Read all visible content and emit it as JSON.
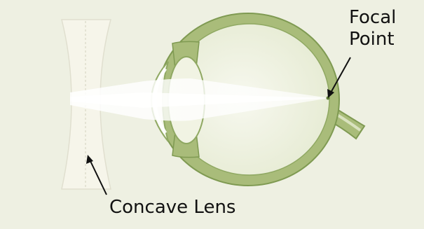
{
  "labels": {
    "focal_point_line1": "Focal",
    "focal_point_line2": "Point",
    "concave_lens": "Concave Lens"
  },
  "colors": {
    "background": "#eef0e2",
    "eye_wall": "#a9bc7a",
    "eye_wall_dark": "#7f9a52",
    "eye_interior": "#f3f5ea",
    "lens_tint": "#f7f6ec",
    "lens_edge": "#d9d8c8",
    "light_beam": "#ffffff",
    "text": "#111111"
  },
  "icons": {
    "focal_arrow": "arrow-icon",
    "lens_arrow": "arrow-icon"
  }
}
